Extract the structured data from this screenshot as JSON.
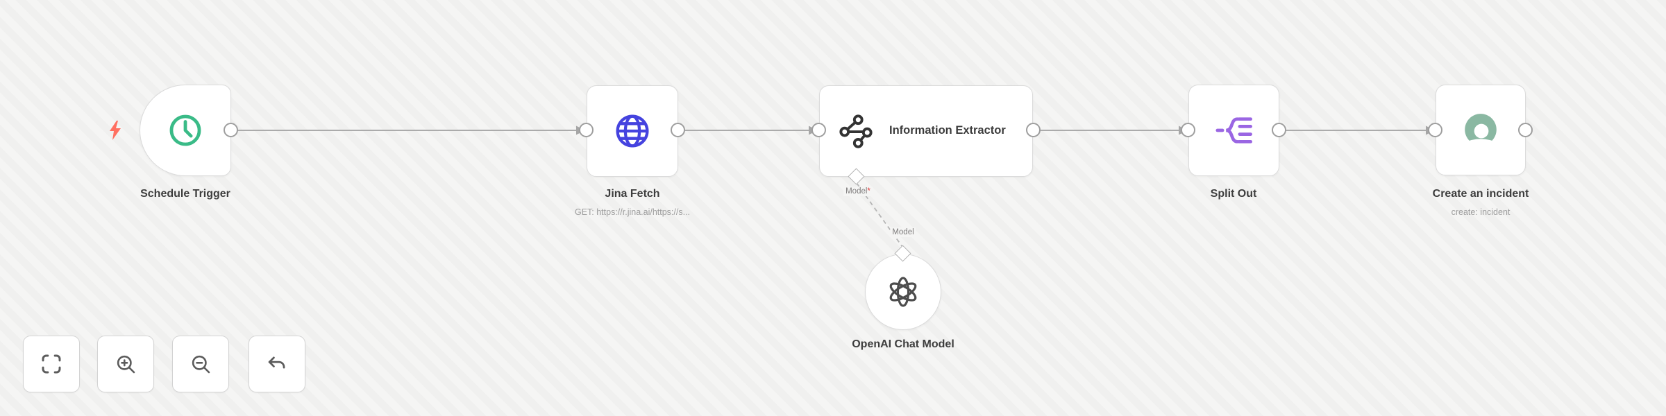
{
  "canvas": {
    "background": "#f5f5f4",
    "wire_color": "#ababab",
    "dashed_wire_color": "#b5b5b5"
  },
  "nodes": [
    {
      "id": "schedule-trigger",
      "label": "Schedule Trigger",
      "icon": "clock-icon",
      "accent": "#3abb87",
      "shape": "trigger"
    },
    {
      "id": "jina-fetch",
      "label": "Jina Fetch",
      "subtitle": "GET: https://r.jina.ai/https://s...",
      "icon": "globe-icon",
      "accent": "#4543df",
      "shape": "square"
    },
    {
      "id": "information-extractor",
      "label": "Information Extractor",
      "icon": "graph-nodes-icon",
      "accent": "#333333",
      "shape": "wide"
    },
    {
      "id": "split-out",
      "label": "Split Out",
      "icon": "split-list-icon",
      "accent": "#9a66e3",
      "shape": "square"
    },
    {
      "id": "create-incident",
      "label": "Create an incident",
      "subtitle": "create: incident",
      "icon": "incident-ring-icon",
      "accent": "#8ab8a2",
      "shape": "square"
    },
    {
      "id": "openai-chat-model",
      "label": "OpenAI Chat Model",
      "icon": "openai-icon",
      "accent": "#4d4d4d",
      "shape": "circle"
    }
  ],
  "ports": {
    "model": "Model",
    "required": "*"
  },
  "indicators": {
    "trigger_bolt_color": "#ff7061"
  },
  "toolbar": {
    "buttons": [
      {
        "id": "fit-view",
        "icon": "fit-view-icon"
      },
      {
        "id": "zoom-in",
        "icon": "zoom-in-icon"
      },
      {
        "id": "zoom-out",
        "icon": "zoom-out-icon"
      },
      {
        "id": "undo",
        "icon": "undo-icon"
      }
    ]
  }
}
